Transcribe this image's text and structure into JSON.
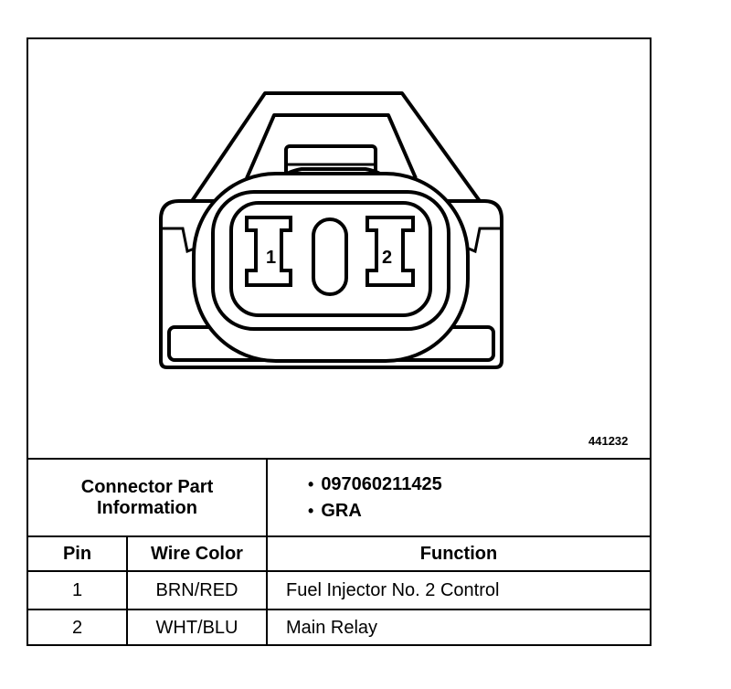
{
  "figure": {
    "id": "441232",
    "pin_labels": [
      "1",
      "2"
    ]
  },
  "connector_part": {
    "label_line1": "Connector Part",
    "label_line2": "Information",
    "values": [
      "097060211425",
      "GRA"
    ],
    "bullet": "•"
  },
  "table": {
    "headers": {
      "pin": "Pin",
      "wire_color": "Wire Color",
      "function": "Function"
    },
    "rows": [
      {
        "pin": "1",
        "wire_color": "BRN/RED",
        "function": "Fuel Injector No. 2 Control"
      },
      {
        "pin": "2",
        "wire_color": "WHT/BLU",
        "function": "Main Relay"
      }
    ]
  }
}
